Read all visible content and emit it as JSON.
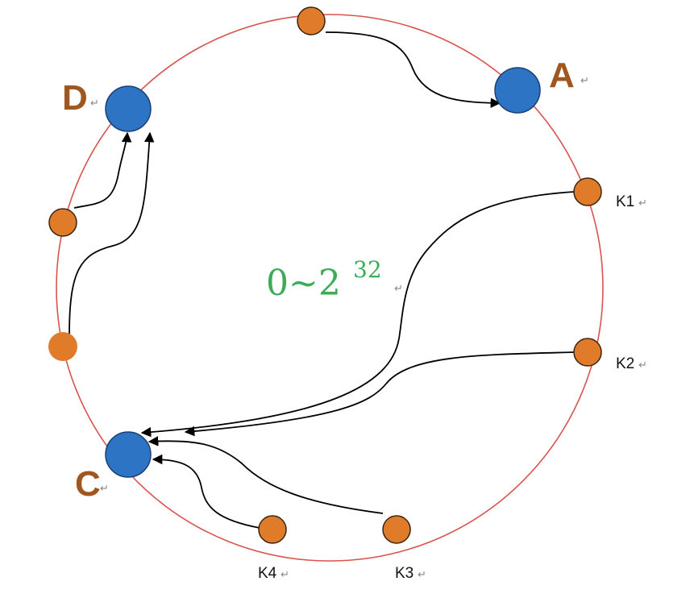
{
  "ring": {
    "range_base": "0~2",
    "range_exponent": "32"
  },
  "servers": {
    "A": "A",
    "C": "C",
    "D": "D"
  },
  "keys": {
    "k1": "K1",
    "k2": "K2",
    "k3": "K3",
    "k4": "K4"
  },
  "paragraph_mark": "↵",
  "colors": {
    "ring": "#d9534f",
    "server_node": "#2e74c4",
    "key_node": "#e07b2a",
    "label_brown": "#a0561f",
    "range_text": "#3cac58",
    "arrow": "#000000"
  }
}
